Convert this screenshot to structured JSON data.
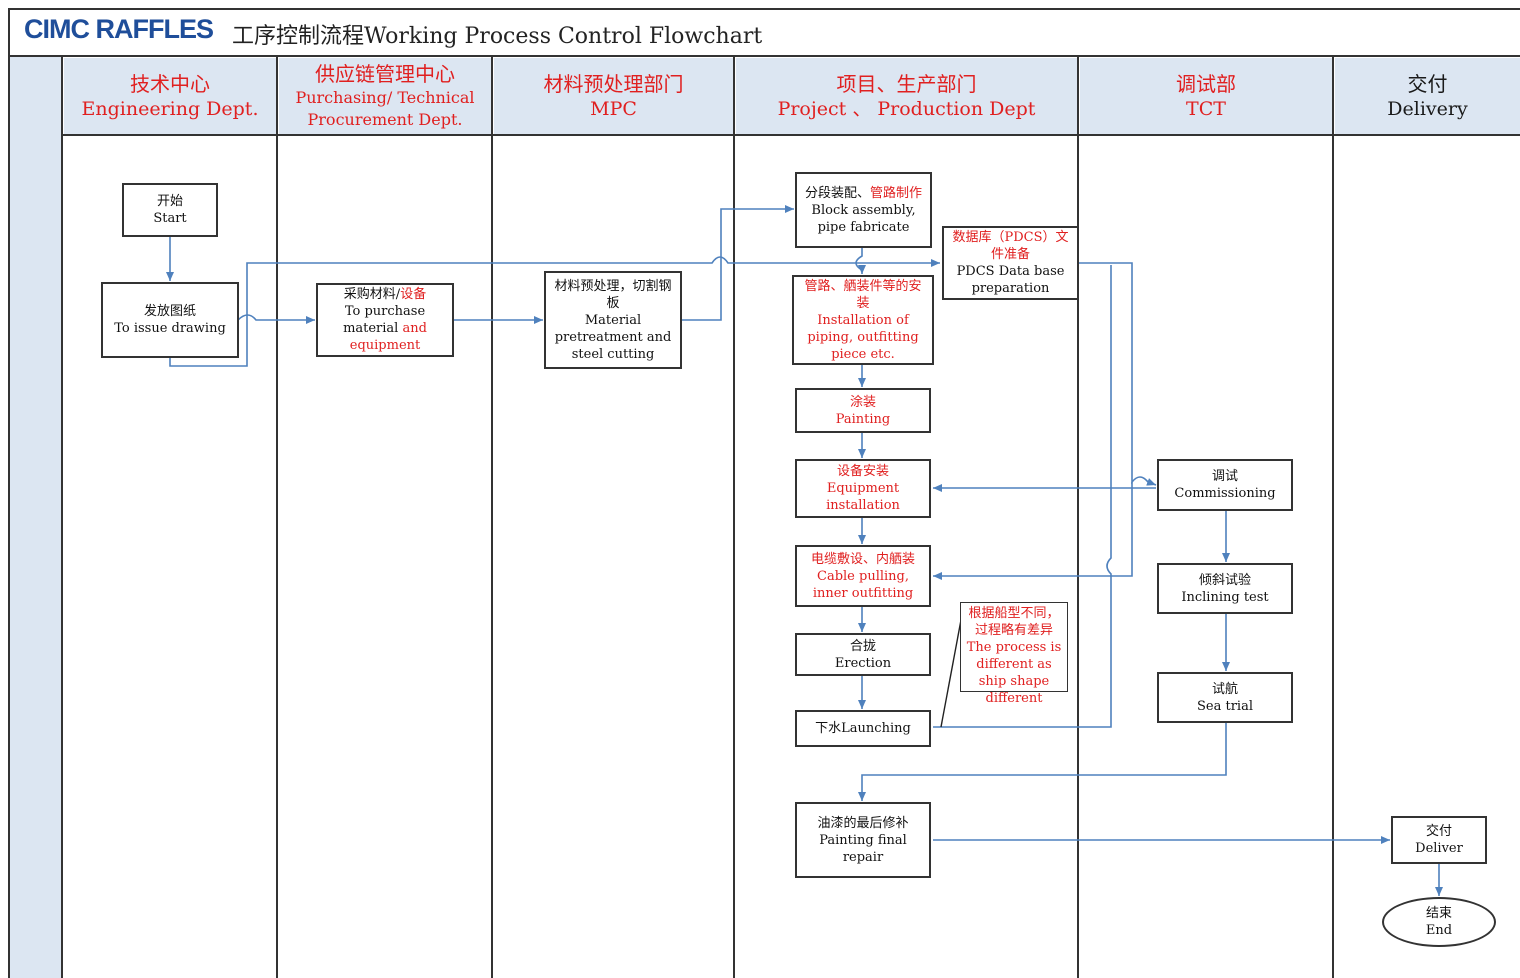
{
  "header": {
    "logo": "CIMC RAFFLES",
    "title": "工序控制流程Working Process Control Flowchart"
  },
  "lanes": [
    {
      "zh": "技术中心",
      "en": "Engineering Dept."
    },
    {
      "zh": "供应链管理中心",
      "en": "Purchasing/ Technical Procurement Dept."
    },
    {
      "zh": "材料预处理部门",
      "en": "MPC"
    },
    {
      "zh": "项目、生产部门",
      "en": "Project 、 Production Dept"
    },
    {
      "zh": "调试部",
      "en": "TCT"
    },
    {
      "zh": "交付",
      "en": "Delivery"
    }
  ],
  "nodes": {
    "start": {
      "zh": "开始",
      "en": "Start"
    },
    "issue_drawing": {
      "zh": "发放图纸",
      "en": "To issue drawing"
    },
    "purchase": {
      "zh_a": "采购材料/",
      "zh_b": "设备",
      "en_a": "To purchase",
      "en_b": "material ",
      "en_c": "and",
      "en_d": "equipment"
    },
    "pretreatment": {
      "zh": "材料预处理，切割钢板",
      "en": "Material pretreatment and steel cutting"
    },
    "block": {
      "zh_a": "分段装配、",
      "zh_b": "管路制作",
      "en": "Block assembly, pipe fabricate"
    },
    "pdcs": {
      "zh": "数据库（PDCS）文件准备",
      "en": "PDCS Data base preparation"
    },
    "piping": {
      "zh": "管路、舾装件等的安装",
      "en": "Installation of piping,  outfitting piece etc."
    },
    "painting": {
      "zh": "涂装",
      "en": "Painting"
    },
    "equipment": {
      "zh": "设备安装",
      "en": "Equipment installation"
    },
    "cable": {
      "zh": "电缆敷设、内舾装",
      "en": "Cable pulling, inner outfitting"
    },
    "erection": {
      "zh": "合拢",
      "en": "Erection"
    },
    "launching": {
      "label": "下水Launching"
    },
    "commissioning": {
      "zh": "调试",
      "en": "Commissioning"
    },
    "inclining": {
      "zh": "倾斜试验",
      "en": "Inclining test"
    },
    "sea_trial": {
      "zh": "试航",
      "en": "Sea trial"
    },
    "final_repair": {
      "zh": "油漆的最后修补",
      "en": "Painting final repair"
    },
    "deliver": {
      "zh": "交付",
      "en": "Deliver"
    },
    "end": {
      "zh": "结束",
      "en": "End"
    }
  },
  "note": {
    "zh": "根据船型不同，过程略有差异",
    "en": "The process is different as ship shape different"
  },
  "colors": {
    "header_blue": "#1f4e9a",
    "lane_header_bg": "#dce6f2",
    "red_text": "#e02020",
    "connector": "#4f81bd"
  }
}
